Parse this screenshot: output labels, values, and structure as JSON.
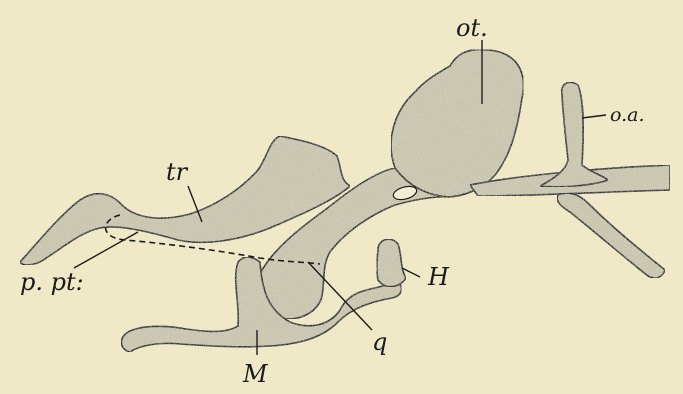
{
  "labels": {
    "ot": "ot.",
    "oa": "o.a.",
    "tr": "tr",
    "ppt": "p. pt:",
    "h": "H",
    "q": "q",
    "m": "M"
  },
  "colors": {
    "background": "#efe9c8",
    "bone_fill": "#cfcab0",
    "outline": "#1c1c1c"
  }
}
